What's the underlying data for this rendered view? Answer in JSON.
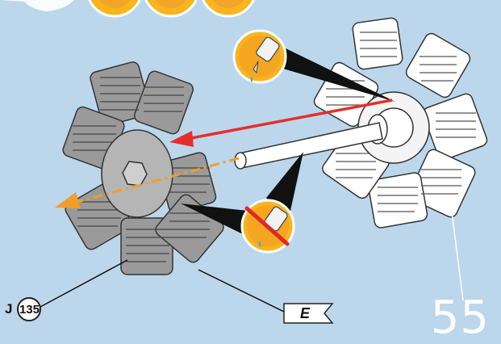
{
  "step": {
    "number": "55"
  },
  "parts": [
    {
      "prefix": "J",
      "code": "135"
    }
  ],
  "flag": {
    "letter": "E"
  },
  "icons": {
    "apply_glue": "glue-bottle-icon",
    "no_glue": "no-glue-icon",
    "header_icons": [
      "glue-bottle-icon",
      "glue-bottle-icon",
      "glue-bottle-icon"
    ]
  },
  "colors": {
    "background": "#bcd7ec",
    "arrow_insert": "#e52f2f",
    "arrow_axis": "#f29d2a",
    "icon_fill": "#f7b51e",
    "prohibit": "#e0282a"
  }
}
